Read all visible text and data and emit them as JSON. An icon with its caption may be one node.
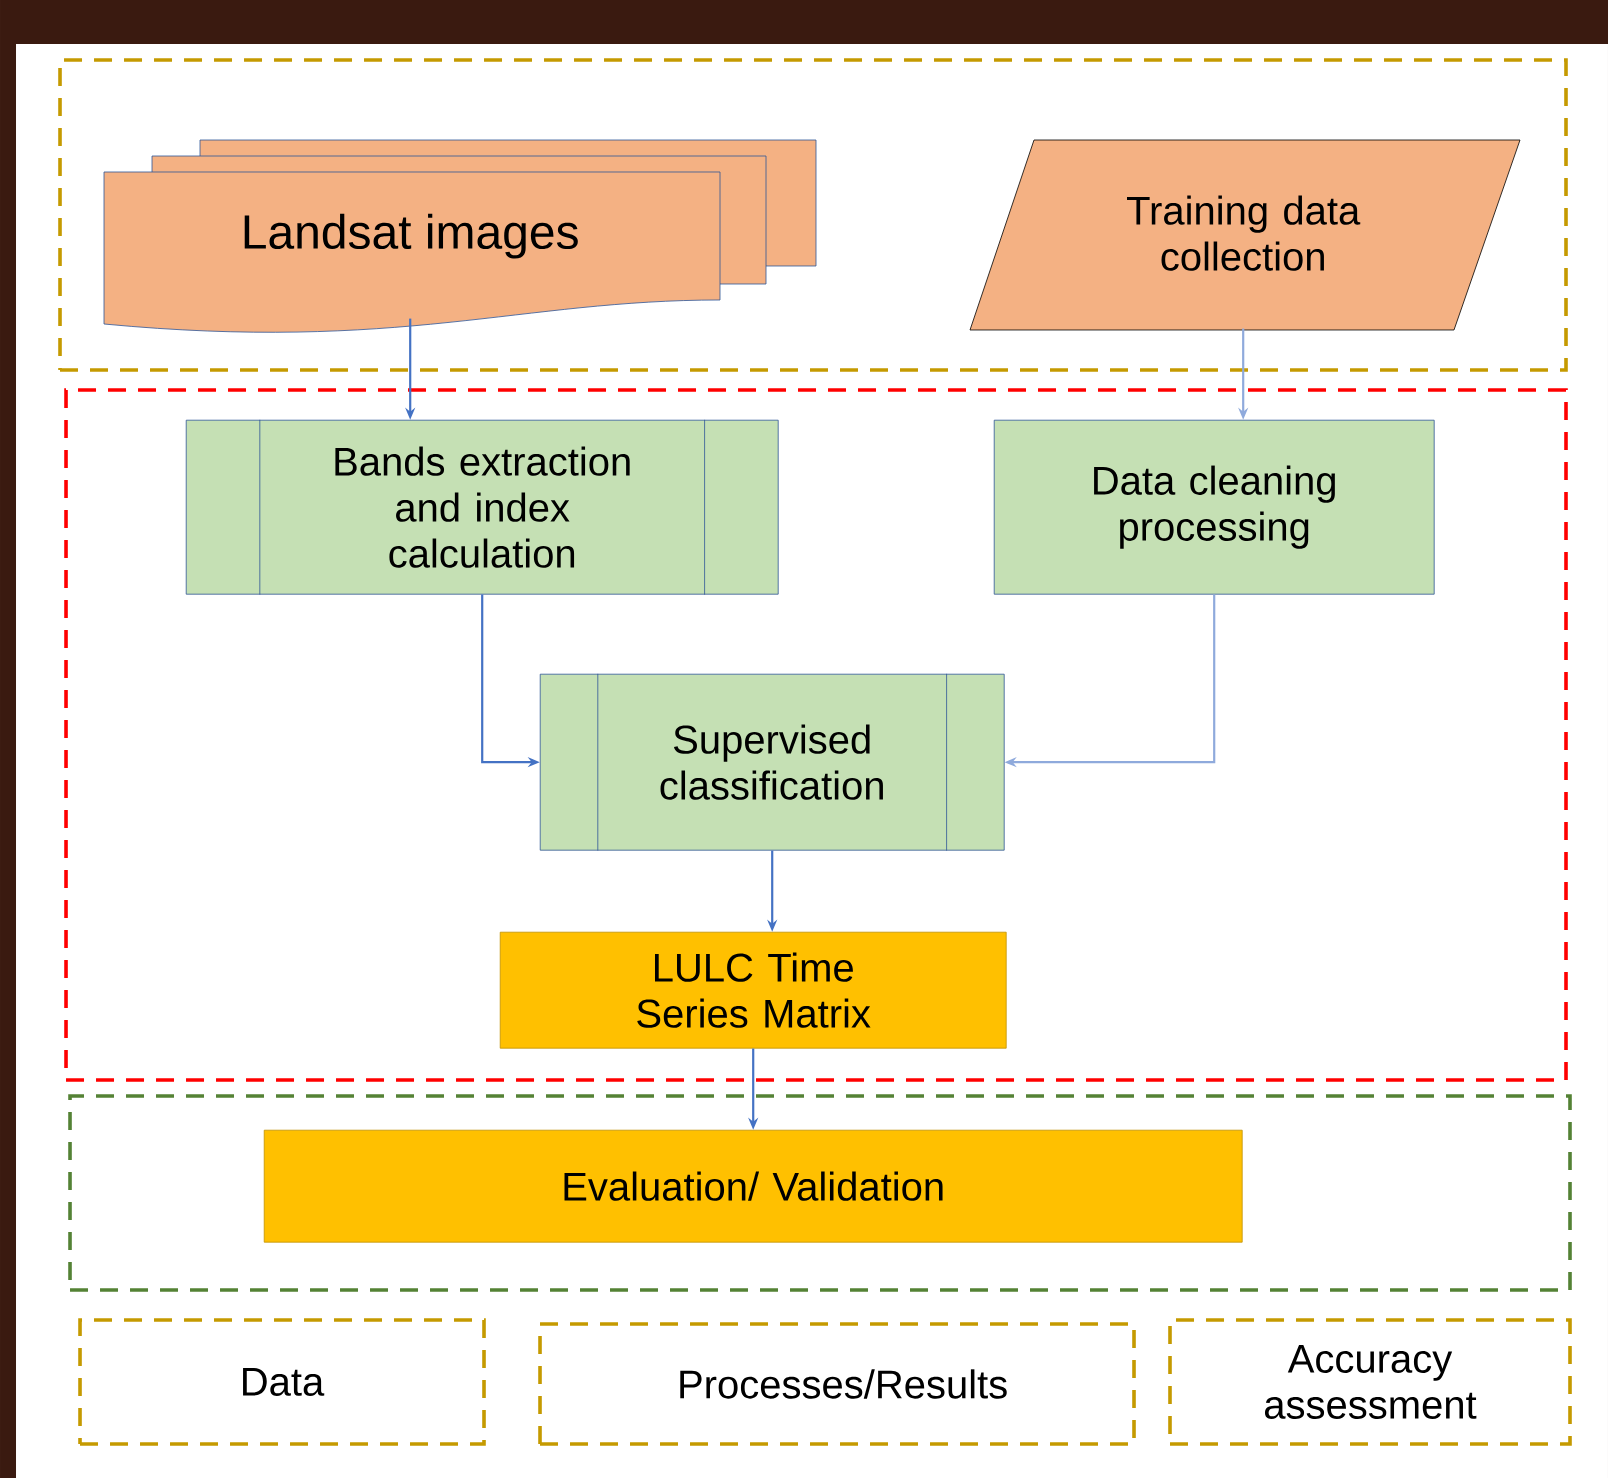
{
  "diagram": {
    "nodes": [
      {
        "text": [],
        "shape": "box"
      },
      {
        "text": [
          "Landsat images"
        ],
        "in": 0
      },
      {
        "text": [
          "Training data collection"
        ],
        "in": 0
      },
      {
        "text": [],
        "shape": "box"
      },
      {
        "text": [
          "Bands extraction and index calculation"
        ],
        "in": 3
      },
      {
        "text": [
          "Data cleaning processing"
        ],
        "in": 3
      },
      {
        "text": [
          "Supervised classification"
        ],
        "in": 3
      },
      {
        "text": [
          "LULC Time Series Matrix"
        ],
        "in": 3
      },
      {
        "text": [],
        "shape": "box"
      },
      {
        "text": [
          "Evaluation/ Validation"
        ],
        "in": 8
      }
    ],
    "edges": [
      {
        "from": 1,
        "to": 4,
        "arrow": "to"
      },
      {
        "from": 2,
        "to": 5,
        "arrow": "to",
        "color": "#8faadc"
      },
      {
        "from": 4,
        "to": 6,
        "arrow": "to"
      },
      {
        "from": 5,
        "to": 6,
        "arrow": "to",
        "color": "#8faadc"
      },
      {
        "from": 6,
        "to": 7,
        "arrow": "to"
      },
      {
        "from": 7,
        "to": 9,
        "arrow": "to"
      }
    ],
    "legend": [
      {
        "text": "Data"
      },
      {
        "text": "Processes/Results"
      },
      {
        "text": "Accuracy assessment"
      }
    ]
  }
}
